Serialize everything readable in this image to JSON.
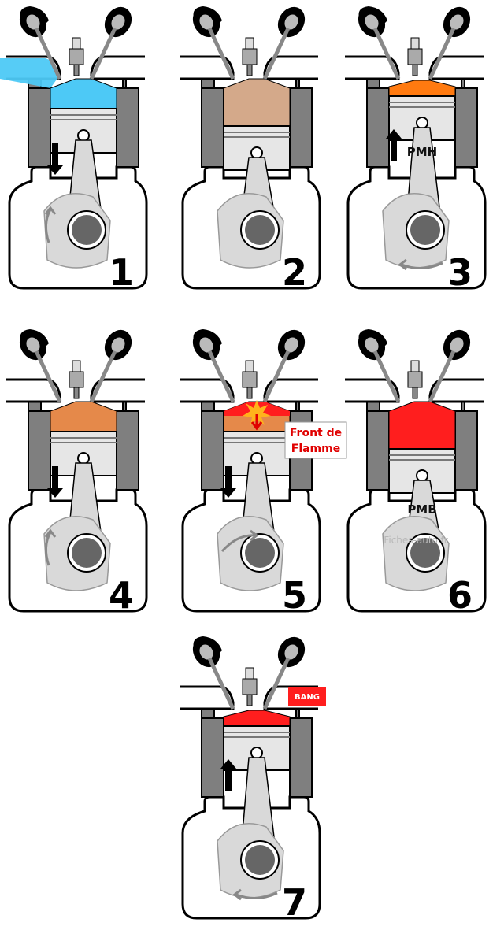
{
  "steps": [
    {
      "number": "1",
      "chamber_color": "#4dc9f6",
      "chamber_shape": "full",
      "piston": "mid",
      "arrow": "down",
      "intake_open": true,
      "spark": false,
      "dead_center": "",
      "crank_arrow": "up"
    },
    {
      "number": "2",
      "chamber_color": "#d4a98a",
      "chamber_shape": "full",
      "piston": "bottom",
      "arrow": "none",
      "intake_open": false,
      "spark": false,
      "dead_center": "",
      "crank_arrow": "none"
    },
    {
      "number": "3",
      "chamber_color": "#ff7a10",
      "chamber_shape": "thin",
      "piston": "top",
      "arrow": "up",
      "intake_open": false,
      "spark": false,
      "dead_center": "PMH",
      "crank_arrow": "left"
    },
    {
      "number": "4",
      "chamber_color": "#e5894a",
      "chamber_shape": "full",
      "piston": "mid",
      "arrow": "down",
      "intake_open": false,
      "spark": false,
      "dead_center": "",
      "crank_arrow": "up"
    },
    {
      "number": "5",
      "chamber_color": "#e5894a",
      "chamber_shape": "flame",
      "piston": "mid",
      "arrow": "down",
      "intake_open": false,
      "spark": true,
      "dead_center": "",
      "crank_arrow": "right"
    },
    {
      "number": "6",
      "chamber_color": "#ff1e1e",
      "chamber_shape": "full",
      "piston": "bottom",
      "arrow": "none",
      "intake_open": false,
      "spark": false,
      "dead_center": "PMB",
      "crank_arrow": "none"
    },
    {
      "number": "7",
      "chamber_color": "#ff1e1e",
      "chamber_shape": "thin",
      "piston": "top",
      "arrow": "up",
      "intake_open": false,
      "spark": false,
      "dead_center": "",
      "crank_arrow": "left"
    }
  ],
  "annotations": {
    "flame_front": "Front de\nFlamme",
    "bang": "BANG",
    "watermark": "Fiches-auto.fr"
  },
  "colors": {
    "flame": "#ff1e1e",
    "cylinder_wall": "#7f7f7f",
    "crank": "#d9d9d9"
  },
  "icons": {
    "spark_plug": "spark-plug-icon",
    "piston": "piston-icon",
    "arrow": "direction-arrow-icon"
  }
}
